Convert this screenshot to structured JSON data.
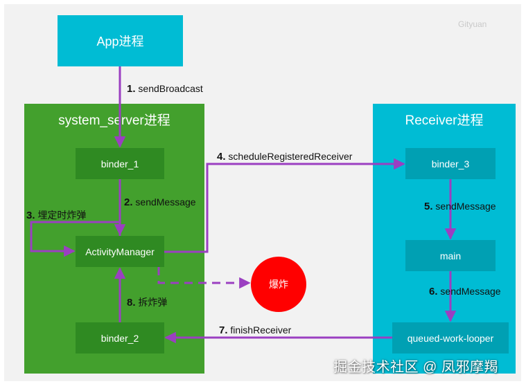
{
  "colors": {
    "background": "#f2f2f2",
    "app_box": "#00bcd4",
    "system_server": "#43a02d",
    "system_inner_box": "#2f8a22",
    "receiver": "#00bcd4",
    "receiver_inner_box": "#00a0b3",
    "arrow": "#9b3fc1",
    "explosion": "#ff0000"
  },
  "nodes": {
    "app": "App进程",
    "system_server": "system_server进程",
    "receiver": "Receiver进程",
    "binder_1": "binder_1",
    "activity_manager": "ActivityManager",
    "binder_2": "binder_2",
    "binder_3": "binder_3",
    "main": "main",
    "queued_work_looper": "queued-work-looper",
    "explosion": "爆炸"
  },
  "edges": [
    {
      "num": "1.",
      "text": "sendBroadcast"
    },
    {
      "num": "2.",
      "text": "sendMessage"
    },
    {
      "num": "3.",
      "text": "埋定时炸弹"
    },
    {
      "num": "4.",
      "text": "scheduleRegisteredReceiver"
    },
    {
      "num": "5.",
      "text": "sendMessage"
    },
    {
      "num": "6.",
      "text": "sendMessage"
    },
    {
      "num": "7.",
      "text": "finishReceiver"
    },
    {
      "num": "8.",
      "text": "拆炸弹"
    }
  ],
  "watermark": {
    "top": "Gityuan",
    "bottom": "掘金技术社区 @ 凤邪摩羯"
  }
}
